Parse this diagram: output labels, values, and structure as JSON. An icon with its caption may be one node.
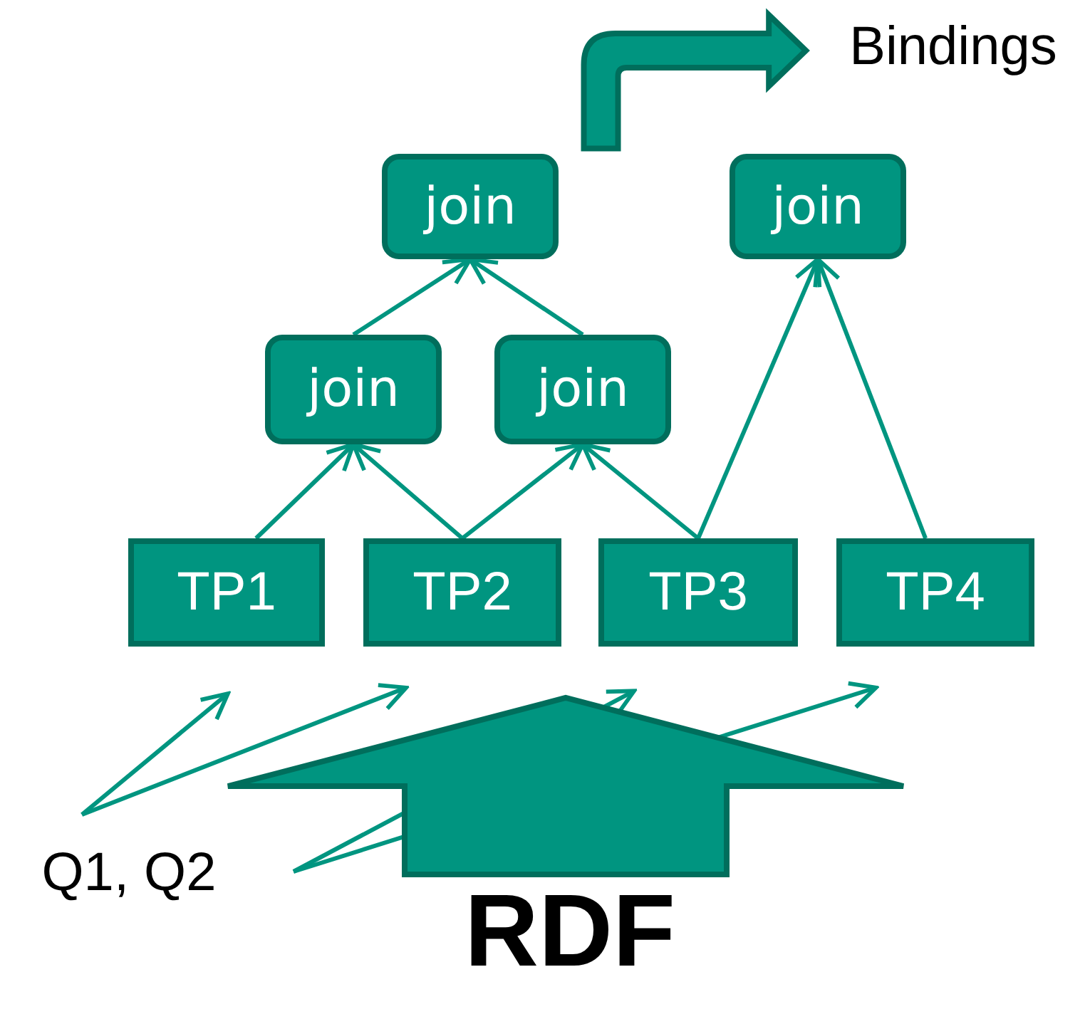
{
  "diagram": {
    "nodes": [
      {
        "text": [
          "join"
        ]
      },
      {
        "text": [
          "join"
        ]
      },
      {
        "text": [
          "join"
        ]
      },
      {
        "text": [
          "join"
        ]
      },
      {
        "text": [
          "TP1"
        ]
      },
      {
        "text": [
          "TP2"
        ]
      },
      {
        "text": [
          "TP3"
        ]
      },
      {
        "text": [
          "TP4"
        ]
      },
      {
        "text": [
          "Bindings"
        ]
      },
      {
        "text": [
          "Q1, Q2"
        ]
      },
      {
        "text": [
          "RDF"
        ]
      }
    ],
    "edges": [
      {
        "from": 4,
        "to": 2,
        "arrow": "to"
      },
      {
        "from": 5,
        "to": 2,
        "arrow": "to"
      },
      {
        "from": 5,
        "to": 3,
        "arrow": "to"
      },
      {
        "from": 6,
        "to": 3,
        "arrow": "to"
      },
      {
        "from": 6,
        "to": 1,
        "arrow": "to"
      },
      {
        "from": 7,
        "to": 1,
        "arrow": "to"
      },
      {
        "from": 2,
        "to": 0,
        "arrow": "to"
      },
      {
        "from": 3,
        "to": 0,
        "arrow": "to"
      },
      {
        "from": 0,
        "to": 8,
        "arrow": "to",
        "style": "thick"
      },
      {
        "from": 9,
        "to": 4,
        "arrow": "to"
      },
      {
        "from": 9,
        "to": 5,
        "arrow": "to"
      },
      {
        "from": 9,
        "to": 6,
        "arrow": "to"
      },
      {
        "from": 9,
        "to": 7,
        "arrow": "to"
      },
      {
        "from": 10,
        "to": null,
        "arrow": "to",
        "style": "thick"
      }
    ]
  }
}
